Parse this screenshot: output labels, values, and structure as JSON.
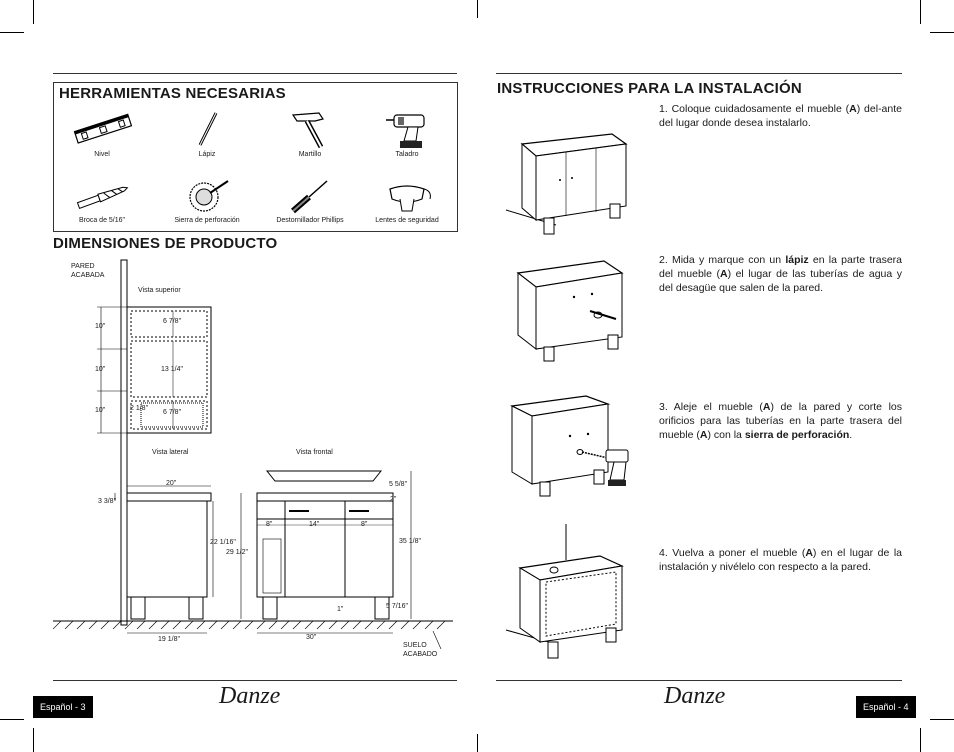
{
  "left_page": {
    "tools_title": "HERRAMIENTAS NECESARIAS",
    "tools": [
      {
        "label": "Nivel",
        "icon": "level-icon"
      },
      {
        "label": "Lápiz",
        "icon": "pencil-icon"
      },
      {
        "label": "Martillo",
        "icon": "hammer-icon"
      },
      {
        "label": "Taladro",
        "icon": "drill-icon"
      },
      {
        "label": "Broca de 5/16\"",
        "icon": "drill-bit-icon"
      },
      {
        "label": "Sierra de perforación",
        "icon": "hole-saw-icon"
      },
      {
        "label": "Destornillador Phillips",
        "icon": "screwdriver-icon"
      },
      {
        "label": "Lentes de seguridad",
        "icon": "safety-glasses-icon"
      }
    ],
    "dimensions_title": "DIMENSIONES DE PRODUCTO",
    "diagram": {
      "wall_label_1": "PARED",
      "wall_label_2": "ACABADA",
      "top_view": "Vista superior",
      "side_view": "Vista lateral",
      "front_view": "Vista frontal",
      "floor_label_1": "SUELO",
      "floor_label_2": "ACABADO",
      "top_dims": [
        "10\"",
        "10\"",
        "10\""
      ],
      "top_inner": [
        "6 7/8\"",
        "13 1/4\"",
        "6 7/8\"",
        "2 1/8\""
      ],
      "side_width": "20\"",
      "side_top": "3 3/8\"",
      "side_h1": "22 1/16\"",
      "side_h2": "29 1/2\"",
      "side_bottom": "19 1/8\"",
      "front_basin": "5 5/8\"",
      "front_gap": "2\"",
      "front_drawers": [
        "8\"",
        "14\"",
        "8\""
      ],
      "front_total_h": "35 1/8\"",
      "front_foot_w": "1\"",
      "front_foot_h": "5 7/16\"",
      "front_width": "30\""
    },
    "page_tag": "Español - 3",
    "logo": "Danze"
  },
  "right_page": {
    "install_title": "INSTRUCCIONES PARA LA INSTALACIÓN",
    "steps": [
      {
        "pre": "1. Coloque cuidadosamente el mueble (",
        "b1": "A",
        "mid": ") del-ante del lugar donde desea instalarlo.",
        "b2": "",
        "post": ""
      },
      {
        "pre": "2. Mida y marque con un ",
        "b1": "lápiz",
        "mid": " en la parte trasera del mueble (",
        "b2": "A",
        "post": ") el lugar de las tuberías de agua y del desagüe que salen de la pared."
      },
      {
        "pre": "3. Aleje el mueble (",
        "b1": "A",
        "mid": ") de la pared y corte los orificios para las tuberías en la parte trasera del mueble (",
        "b2": "A",
        "post": ") con la ",
        "b3": "sierra de perforación",
        "end": "."
      },
      {
        "pre": "4. Vuelva a poner el mueble (",
        "b1": "A",
        "mid": ") en el lugar de la instalación y nivélelo con respecto a la pared.",
        "b2": "",
        "post": ""
      }
    ],
    "page_tag": "Español - 4",
    "logo": "Danze"
  }
}
